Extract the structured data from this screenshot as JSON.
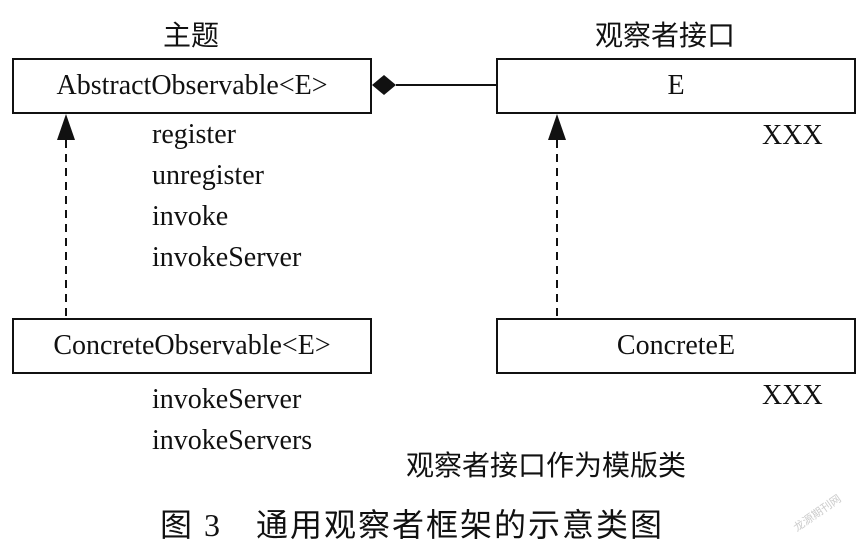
{
  "diagram": {
    "subject_heading": "主题",
    "observer_heading": "观察者接口",
    "abstract_class": {
      "name": "AbstractObservable<E>",
      "methods": [
        "register",
        "unregister",
        "invoke",
        "invokeServer"
      ]
    },
    "concrete_class": {
      "name": "ConcreteObservable<E>",
      "methods": [
        "invokeServer",
        "invokeServers"
      ]
    },
    "interface_box": {
      "name": "E",
      "note": "XXX"
    },
    "concrete_interface_box": {
      "name": "ConcreteE",
      "note": "XXX"
    },
    "template_note": "观察者接口作为模版类",
    "caption": "图 3　通用观察者框架的示意类图",
    "watermark": "龙源期刊网"
  }
}
